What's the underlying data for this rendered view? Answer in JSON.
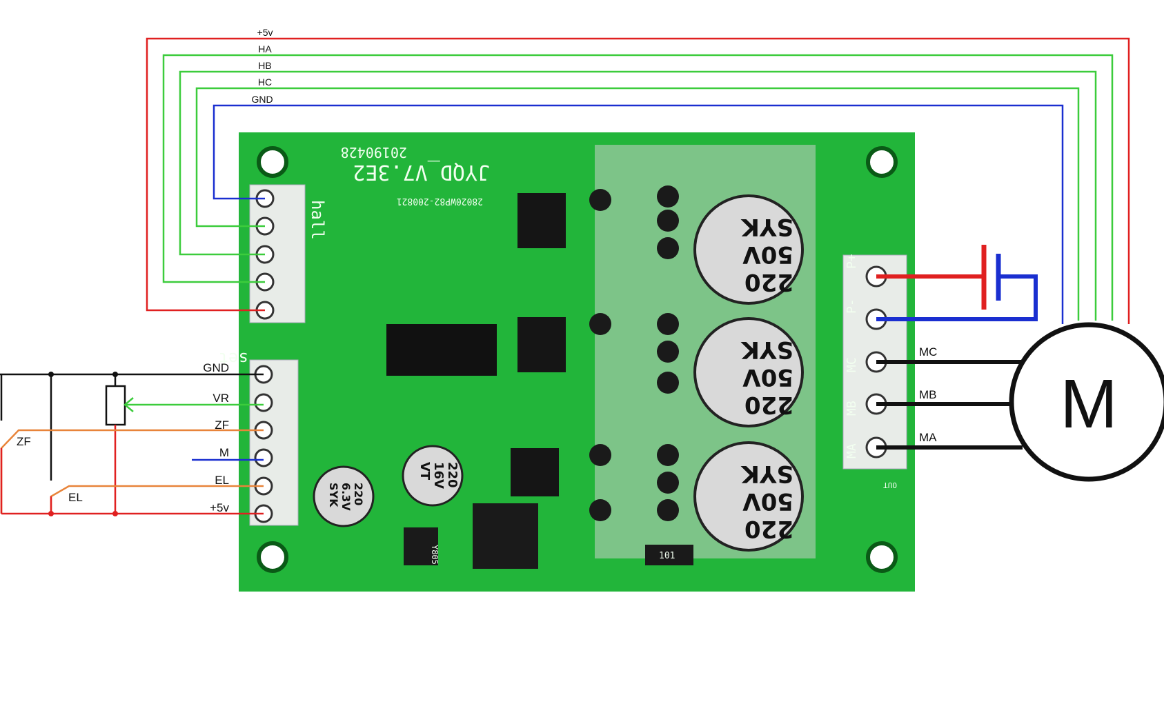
{
  "hall_wires": [
    "+5v",
    "HA",
    "HB",
    "HC",
    "GND"
  ],
  "set_pins": [
    "GND",
    "VR",
    "ZF",
    "M",
    "EL",
    "+5v"
  ],
  "switch_labels": {
    "zf": "ZF",
    "el": "EL"
  },
  "motor": {
    "label": "M",
    "phases": [
      "MC",
      "MB",
      "MA"
    ]
  },
  "board": {
    "model": "JYQD_V7.3E2",
    "date": "20190428",
    "pcb_code": "28020WP82-200821",
    "hall_header": "hall",
    "set_header": "set",
    "power_pins": [
      "P+",
      "P-"
    ],
    "out_pins": [
      "MC",
      "MB",
      "MA"
    ],
    "out_label": "OUT",
    "big_cap": [
      "220",
      "50V",
      "SYK"
    ],
    "mid_cap": [
      "220",
      "16V",
      "VT"
    ],
    "small_cap": [
      "SYK",
      "6.3V",
      "220"
    ],
    "regulator": "Y805",
    "resistor_code": "101"
  },
  "colors": {
    "pcb": "#22b53a",
    "vcc": "#e02020",
    "hall": "#3ccc3c",
    "gnd": "#1a2fd0",
    "switch": "#e8843a"
  }
}
